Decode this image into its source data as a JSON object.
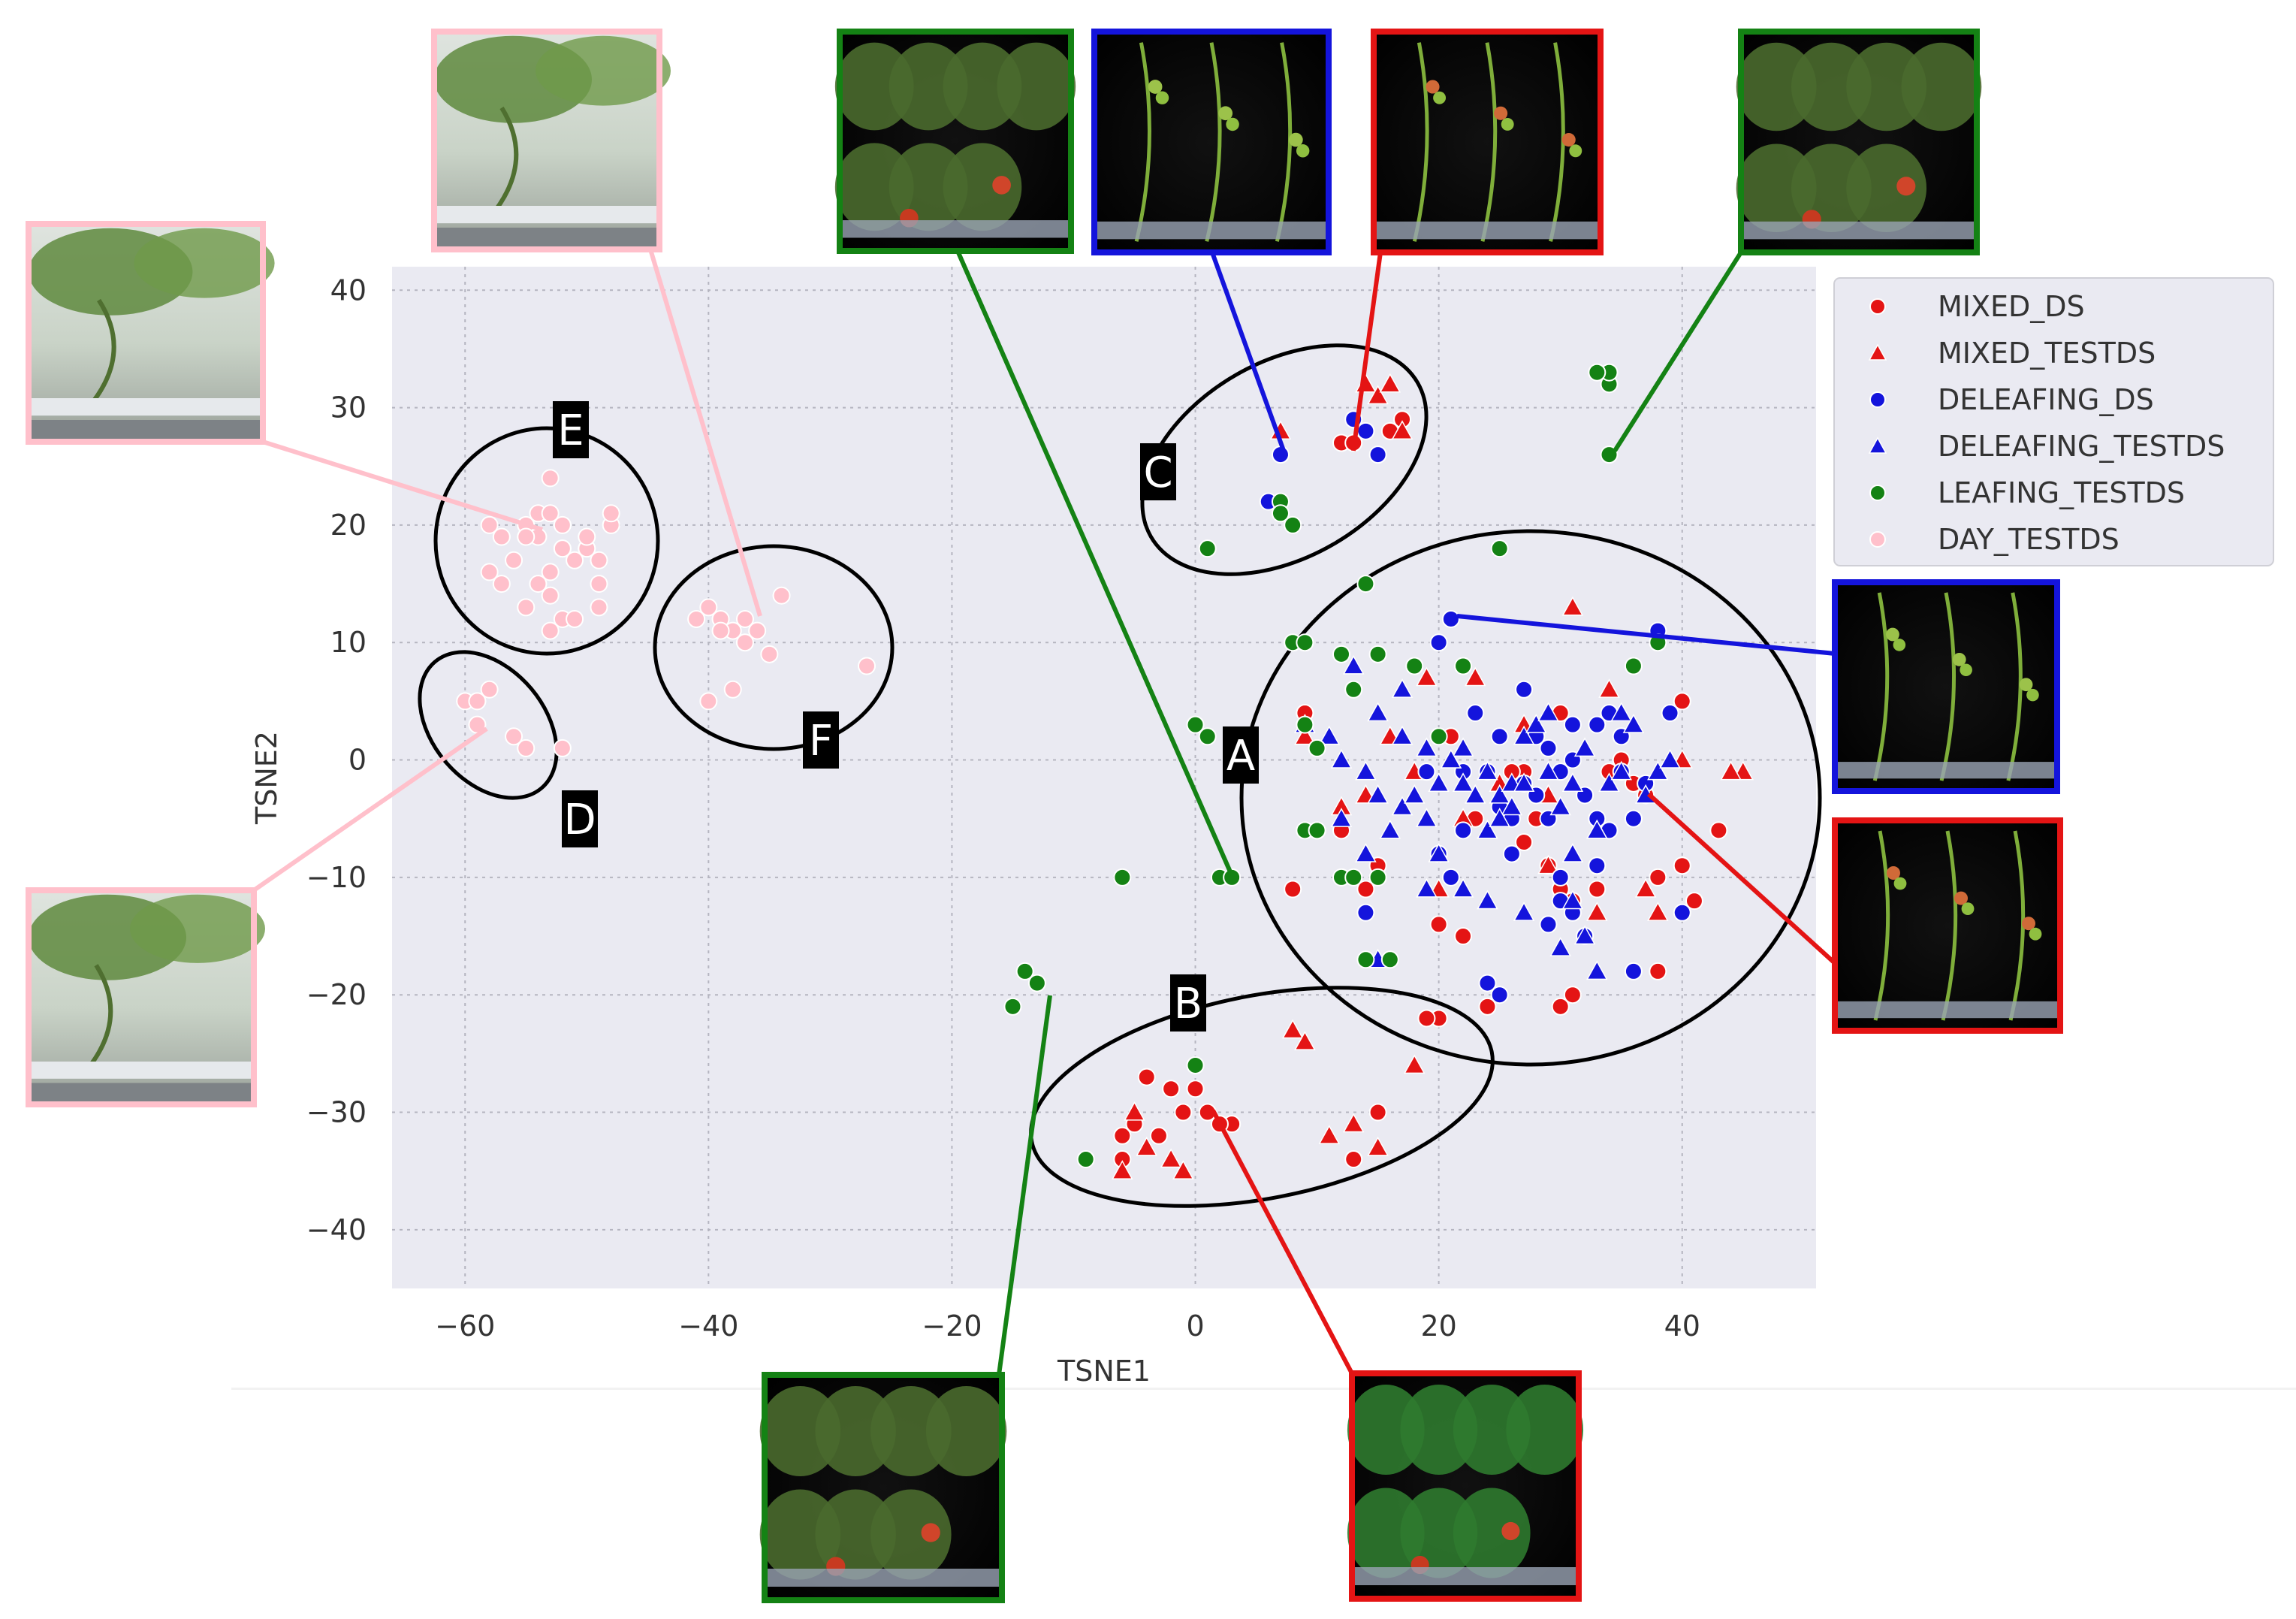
{
  "chart_data": {
    "type": "scatter",
    "xlabel": "TSNE1",
    "ylabel": "TSNE2",
    "xlim": [
      -66,
      51
    ],
    "ylim": [
      -45,
      42
    ],
    "xticks": [
      -60,
      -40,
      -20,
      0,
      20,
      40
    ],
    "yticks": [
      -40,
      -30,
      -20,
      -10,
      0,
      10,
      20,
      30,
      40
    ],
    "xtick_labels": [
      "−60",
      "−40",
      "−20",
      "0",
      "20",
      "40"
    ],
    "ytick_labels": [
      "−40",
      "−30",
      "−20",
      "−10",
      "0",
      "10",
      "20",
      "30",
      "40"
    ],
    "grid": true,
    "legend_position": "upper-right outside",
    "series": [
      {
        "name": "MIXED_DS",
        "color": "#e41414",
        "marker": "circle",
        "x": [
          12,
          13,
          17,
          16,
          27,
          30,
          34,
          37,
          36,
          40,
          40,
          41,
          43,
          9,
          10,
          15,
          19,
          20,
          22,
          27,
          29,
          31,
          33,
          35,
          21,
          23,
          26,
          28,
          30,
          36,
          34,
          38,
          12,
          8,
          14,
          20,
          24,
          31,
          30,
          38,
          -4,
          -2,
          -1,
          0,
          1,
          -3,
          -5,
          -6,
          3,
          13,
          15,
          19,
          2,
          -6
        ],
        "y": [
          27,
          27,
          29,
          28,
          -1,
          4,
          -1,
          -3,
          -5,
          5,
          -9,
          -12,
          -6,
          4,
          -6,
          -9,
          -1,
          -14,
          -15,
          -7,
          -9,
          -12,
          -11,
          0,
          2,
          -5,
          -1,
          -5,
          -11,
          -2,
          -6,
          -10,
          -6,
          -11,
          -11,
          -22,
          -21,
          -20,
          -21,
          -18,
          -27,
          -28,
          -30,
          -28,
          -30,
          -32,
          -31,
          -32,
          -31,
          -34,
          -30,
          -22,
          -31,
          -34
        ]
      },
      {
        "name": "MIXED_TESTDS",
        "color": "#e41414",
        "marker": "triangle",
        "x": [
          7,
          14,
          15,
          17,
          16,
          12,
          9,
          16,
          19,
          23,
          25,
          27,
          29,
          31,
          34,
          38,
          40,
          45,
          44,
          14,
          18,
          20,
          22,
          29,
          33,
          37,
          8,
          9,
          -5,
          -6,
          -4,
          -2,
          -1,
          11,
          13,
          15,
          18
        ],
        "y": [
          28,
          32,
          31,
          28,
          32,
          -4,
          2,
          2,
          7,
          7,
          -2,
          3,
          -3,
          13,
          6,
          -13,
          0,
          -1,
          -1,
          -3,
          -1,
          -11,
          -5,
          -9,
          -13,
          -11,
          -23,
          -24,
          -30,
          -35,
          -33,
          -34,
          -35,
          -32,
          -31,
          -33,
          -26
        ]
      },
      {
        "name": "DELEAFING_DS",
        "color": "#1414dc",
        "marker": "circle",
        "x": [
          7,
          6,
          13,
          14,
          15,
          21,
          20,
          23,
          25,
          27,
          28,
          29,
          31,
          33,
          34,
          35,
          36,
          38,
          37,
          39,
          22,
          24,
          25,
          26,
          27,
          28,
          29,
          30,
          31,
          32,
          33,
          34,
          35,
          30,
          31,
          32,
          33,
          14,
          21,
          26,
          29,
          30,
          24,
          25,
          36,
          40,
          19,
          20,
          22
        ],
        "y": [
          26,
          22,
          29,
          28,
          26,
          12,
          10,
          4,
          2,
          6,
          2,
          1,
          3,
          3,
          4,
          2,
          -5,
          11,
          -2,
          4,
          -1,
          -1,
          -4,
          -5,
          -2,
          -3,
          -5,
          -1,
          0,
          -3,
          -5,
          -6,
          -1,
          -10,
          -13,
          -15,
          -9,
          -13,
          -10,
          -8,
          -14,
          -12,
          -19,
          -20,
          -18,
          -13,
          -1,
          -8,
          -6
        ]
      },
      {
        "name": "DELEAFING_TESTDS",
        "color": "#1414dc",
        "marker": "triangle",
        "x": [
          13,
          17,
          15,
          9,
          11,
          12,
          14,
          15,
          17,
          19,
          20,
          21,
          22,
          24,
          25,
          26,
          27,
          28,
          29,
          30,
          31,
          32,
          33,
          34,
          35,
          36,
          38,
          12,
          14,
          16,
          18,
          20,
          22,
          24,
          26,
          17,
          19,
          21,
          23,
          25,
          27,
          29,
          31,
          33,
          35,
          37,
          39,
          15,
          19,
          22,
          24,
          27,
          30,
          31,
          32,
          33
        ],
        "y": [
          8,
          6,
          4,
          3,
          2,
          0,
          -1,
          -3,
          -4,
          -5,
          -2,
          0,
          1,
          -1,
          -3,
          -2,
          2,
          3,
          -1,
          -4,
          -2,
          1,
          -6,
          -2,
          4,
          3,
          -1,
          -5,
          -8,
          -6,
          -3,
          -8,
          -2,
          -6,
          -4,
          2,
          1,
          0,
          -3,
          -5,
          -2,
          4,
          -8,
          -6,
          -1,
          -3,
          0,
          -17,
          -11,
          -11,
          -12,
          -13,
          -16,
          -12,
          -15,
          -18
        ]
      },
      {
        "name": "LEAFING_TESTDS",
        "color": "#148214",
        "marker": "circle",
        "x": [
          34,
          34,
          34,
          33,
          7,
          7,
          1,
          8,
          25,
          14,
          8,
          9,
          12,
          15,
          18,
          10,
          9,
          13,
          20,
          15,
          36,
          38,
          0,
          1,
          2,
          3,
          9,
          10,
          14,
          16,
          12,
          13,
          -6,
          -14,
          -13,
          -15,
          0,
          -9,
          22
        ],
        "y": [
          26,
          32,
          33,
          33,
          22,
          21,
          18,
          20,
          18,
          15,
          10,
          10,
          9,
          9,
          8,
          1,
          3,
          6,
          2,
          -10,
          8,
          10,
          3,
          2,
          -10,
          -10,
          -6,
          -6,
          -17,
          -17,
          -10,
          -10,
          -10,
          -18,
          -19,
          -21,
          -26,
          -34,
          8
        ]
      },
      {
        "name": "DAY_TESTDS",
        "color": "#ffc0cb",
        "marker": "circle",
        "x": [
          -53,
          -58,
          -57,
          -55,
          -54,
          -52,
          -50,
          -49,
          -48,
          -56,
          -54,
          -53,
          -51,
          -50,
          -49,
          -53,
          -55,
          -57,
          -52,
          -51,
          -48,
          -54,
          -52,
          -50,
          -53,
          -55,
          -58,
          -49,
          -52,
          -53,
          -40,
          -41,
          -39,
          -37,
          -36,
          -38,
          -35,
          -34,
          -37,
          -39,
          -38,
          -40,
          -27,
          -60,
          -59,
          -58,
          -59,
          -56,
          -55,
          -52
        ],
        "y": [
          24,
          20,
          19,
          20,
          19,
          18,
          18,
          17,
          20,
          17,
          15,
          16,
          17,
          18,
          15,
          14,
          19,
          15,
          12,
          12,
          21,
          21,
          20,
          19,
          11,
          13,
          16,
          13,
          18,
          21,
          13,
          12,
          12,
          12,
          11,
          11,
          9,
          14,
          10,
          11,
          6,
          5,
          8,
          5,
          5,
          6,
          3,
          2,
          1,
          1
        ]
      }
    ],
    "clusters": [
      "A",
      "B",
      "C",
      "D",
      "E",
      "F"
    ],
    "thumbnails": [
      {
        "border": "#ffc0cb",
        "scene": "daylight greenhouse"
      },
      {
        "border": "#ffc0cb",
        "scene": "daylight greenhouse"
      },
      {
        "border": "#ffc0cb",
        "scene": "daylight greenhouse"
      },
      {
        "border": "#148214",
        "scene": "night leafing plants"
      },
      {
        "border": "#1414dc",
        "scene": "night deleafed stems"
      },
      {
        "border": "#e41414",
        "scene": "night mixed stems"
      },
      {
        "border": "#148214",
        "scene": "night leafing plants"
      },
      {
        "border": "#1414dc",
        "scene": "night deleafed stems"
      },
      {
        "border": "#e41414",
        "scene": "night mixed stems"
      },
      {
        "border": "#148214",
        "scene": "night leafing plants"
      },
      {
        "border": "#e41414",
        "scene": "night dense foliage"
      }
    ]
  }
}
